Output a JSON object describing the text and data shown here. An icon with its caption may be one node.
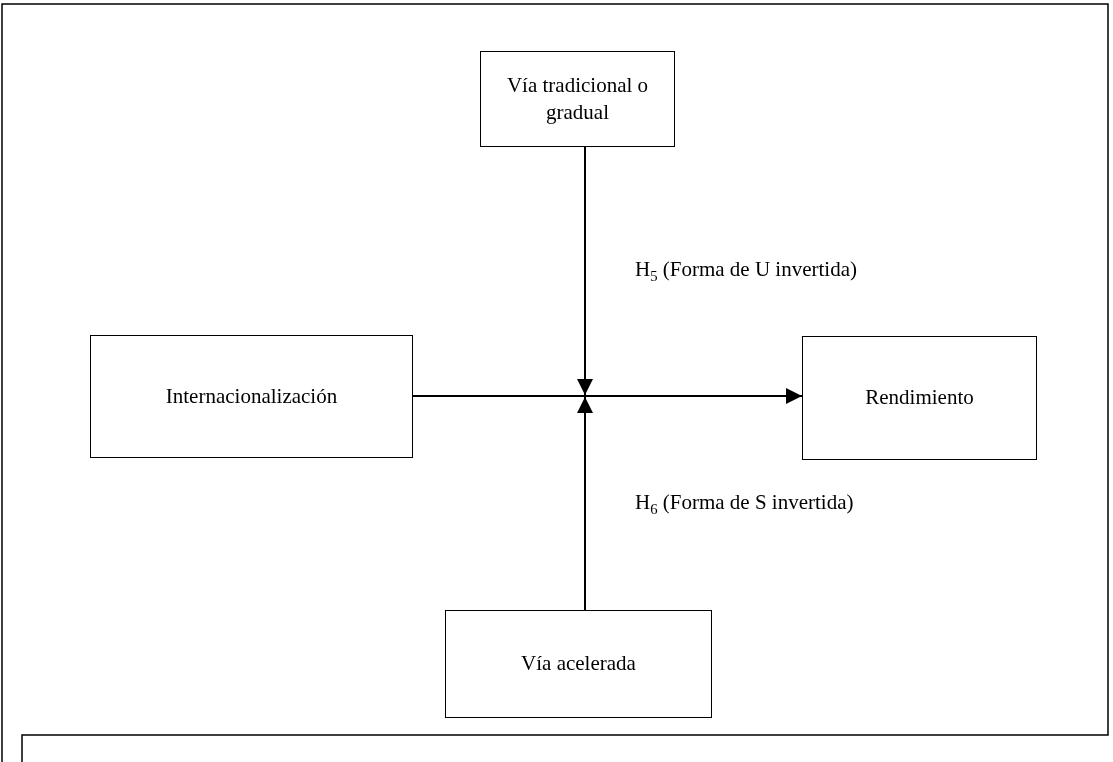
{
  "diagram": {
    "nodes": [
      {
        "text": [
          "Vía tradicional o gradual"
        ]
      },
      {
        "text": [
          "Internacionalización"
        ]
      },
      {
        "text": [
          "Rendimiento"
        ]
      },
      {
        "text": [
          "Vía acelerada"
        ]
      }
    ],
    "edges": [
      {
        "from": 1,
        "to": 2,
        "arrow": "to"
      },
      {
        "from": 0,
        "to": null,
        "arrow": "to",
        "label": "H$_{5}$ (Forma de U invertida)"
      },
      {
        "from": 3,
        "to": null,
        "arrow": "to",
        "label": "H$_{6}$ (Forma de S invertida)"
      }
    ]
  }
}
